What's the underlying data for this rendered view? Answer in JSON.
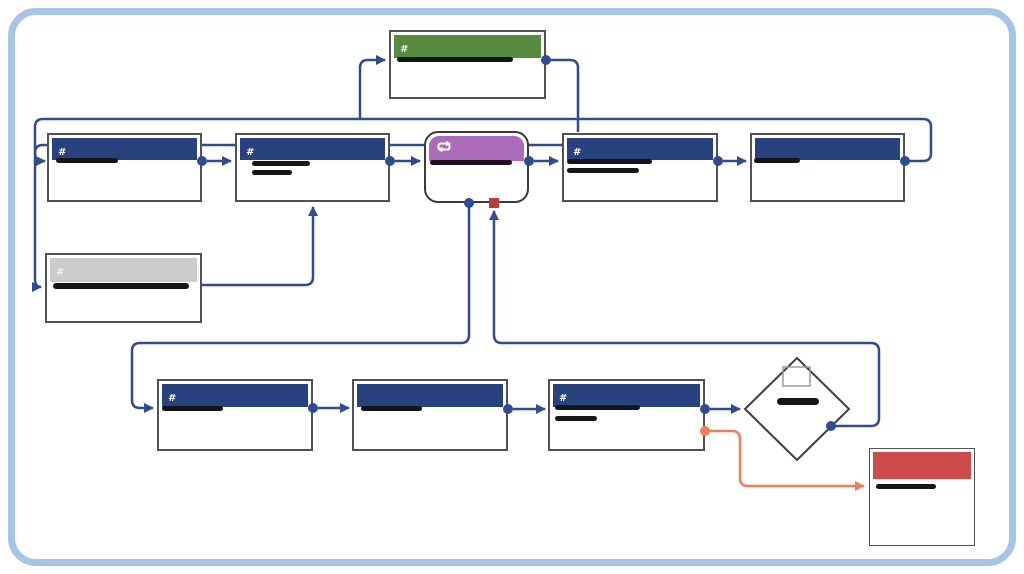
{
  "diagram": {
    "type": "flowchart",
    "colors": {
      "header_navy": "#27427e",
      "header_green": "#568b3e",
      "header_purple": "#ab6bba",
      "header_gray": "#cbcbcb",
      "header_red": "#cd4b48",
      "connector_blue": "#2e4b94",
      "connector_orange": "#ef7d55",
      "error_port_red": "#c23b34",
      "frame_border": "#a4c5e7",
      "redaction_bar": "#151515"
    },
    "nodes": {
      "green_top": {
        "symbol": "#",
        "redacted_lines": 1,
        "header": "green"
      },
      "main_1": {
        "symbol": "#",
        "redacted_lines": 1,
        "header": "navy"
      },
      "main_2": {
        "symbol": "#",
        "redacted_lines": 2,
        "header": "navy"
      },
      "loop_center": {
        "symbol": "",
        "icon": "loop-icon",
        "redacted_lines": 1,
        "header": "purple"
      },
      "main_4": {
        "symbol": "#",
        "redacted_lines": 2,
        "header": "navy"
      },
      "main_5": {
        "symbol": "",
        "redacted_lines": 1,
        "header": "navy"
      },
      "gray_left": {
        "symbol": "#",
        "redacted_lines": 1,
        "header": "gray"
      },
      "bottom_1": {
        "symbol": "#",
        "redacted_lines": 1,
        "header": "navy"
      },
      "bottom_2": {
        "symbol": "",
        "redacted_lines": 1,
        "header": "navy"
      },
      "bottom_3": {
        "symbol": "#",
        "redacted_lines": 2,
        "header": "navy"
      },
      "decision": {
        "symbol": "",
        "redacted_lines": 1,
        "shape": "diamond",
        "icon": "subprocess-icon"
      },
      "error_red": {
        "symbol": "",
        "redacted_lines": 1,
        "header": "red"
      }
    }
  }
}
